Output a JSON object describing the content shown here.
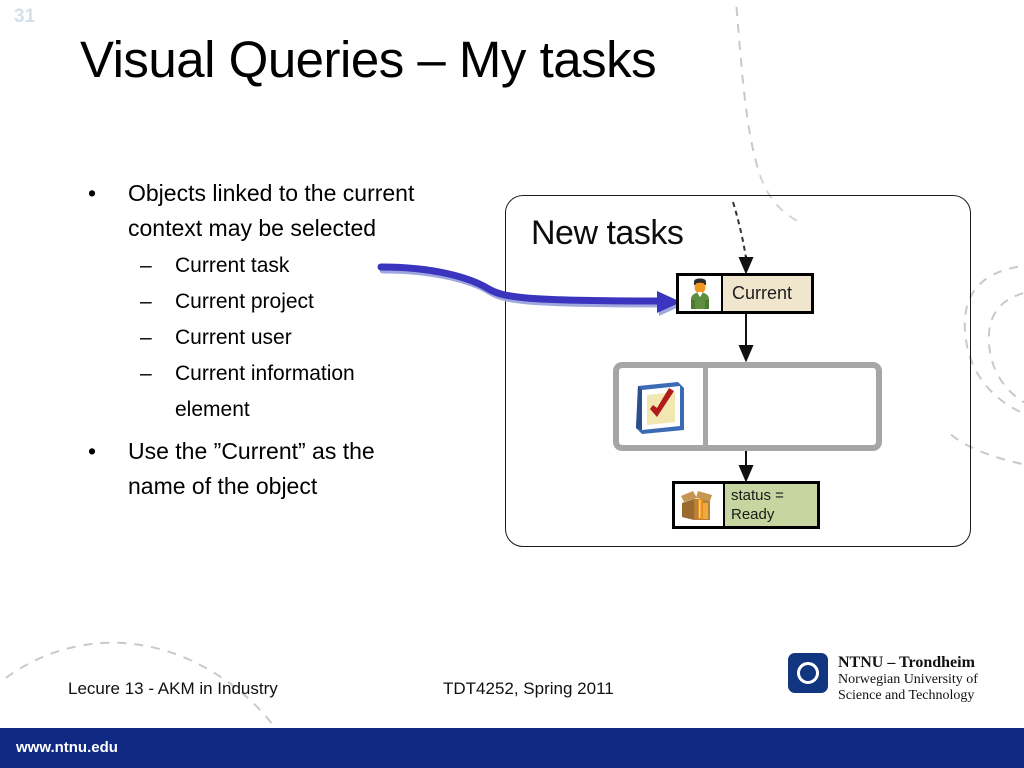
{
  "slide": {
    "number": "31",
    "title": "Visual Queries – My tasks"
  },
  "bullets": {
    "level1_first": "Objects linked to the current context may be selected",
    "sub_items": [
      "Current task",
      "Current project",
      "Current user",
      "Current information element"
    ],
    "level1_second": "Use the ”Current” as the name of the object",
    "bullet_glyph": "•",
    "dash_glyph": "–"
  },
  "diagram": {
    "group_label": "New tasks",
    "nodes": [
      {
        "id": "current",
        "label": "Current",
        "icon": "person-icon",
        "fill": "#efe6cd"
      },
      {
        "id": "task",
        "label": "",
        "icon": "task-checklist-icon",
        "fill": "#ffffff"
      },
      {
        "id": "status",
        "label_line1": "status =",
        "label_line2": "Ready",
        "icon": "package-box-icon",
        "fill": "#c7d5a0"
      }
    ],
    "annotation_arrow": {
      "name": "blue-pointer-arrow",
      "color": "#3a34bf"
    },
    "connector_color": "#111111"
  },
  "footer": {
    "left": "Lecure 13 - AKM in Industry",
    "center": "TDT4252, Spring 2011"
  },
  "logo": {
    "line1": "NTNU – Trondheim",
    "line2": "Norwegian University of",
    "line3": "Science and Technology",
    "mark_color": "#12357f"
  },
  "bottom_bar": {
    "url": "www.ntnu.edu",
    "color": "#102a83"
  }
}
